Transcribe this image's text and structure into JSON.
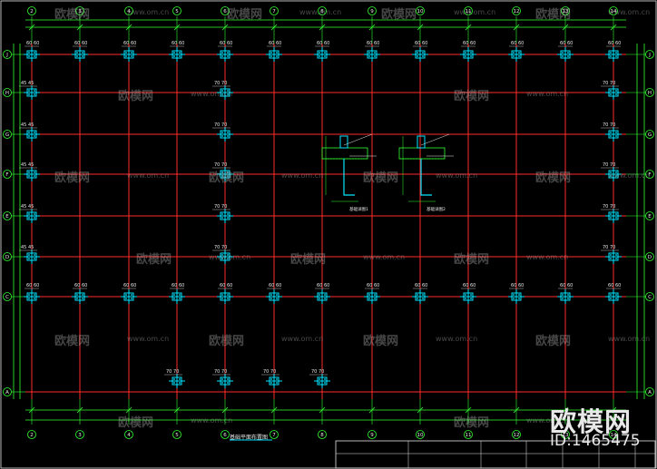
{
  "drawing": {
    "plan_title": "基础平面布置图",
    "grid_rows": [
      "J",
      "H",
      "G",
      "F",
      "E",
      "D",
      "C",
      "A"
    ],
    "grid_cols": [
      "2",
      "3",
      "4",
      "5",
      "6",
      "7",
      "8",
      "9",
      "10",
      "11",
      "12",
      "13",
      "14"
    ],
    "column_tag_top": "60 60",
    "column_tag_side_45": "45 45",
    "column_tag_side_70": "70 70",
    "detail_labels": [
      "基础详图1",
      "基础详图2"
    ],
    "colors": {
      "grid_line": "#ff2a2a",
      "dimension": "#33ff33",
      "column": "#00e5ff",
      "annotation": "#e6e6e6",
      "background": "#000000"
    }
  },
  "watermark": {
    "brand": "欧模网",
    "url": "www.om.cn",
    "id_label": "ID:1465475"
  }
}
